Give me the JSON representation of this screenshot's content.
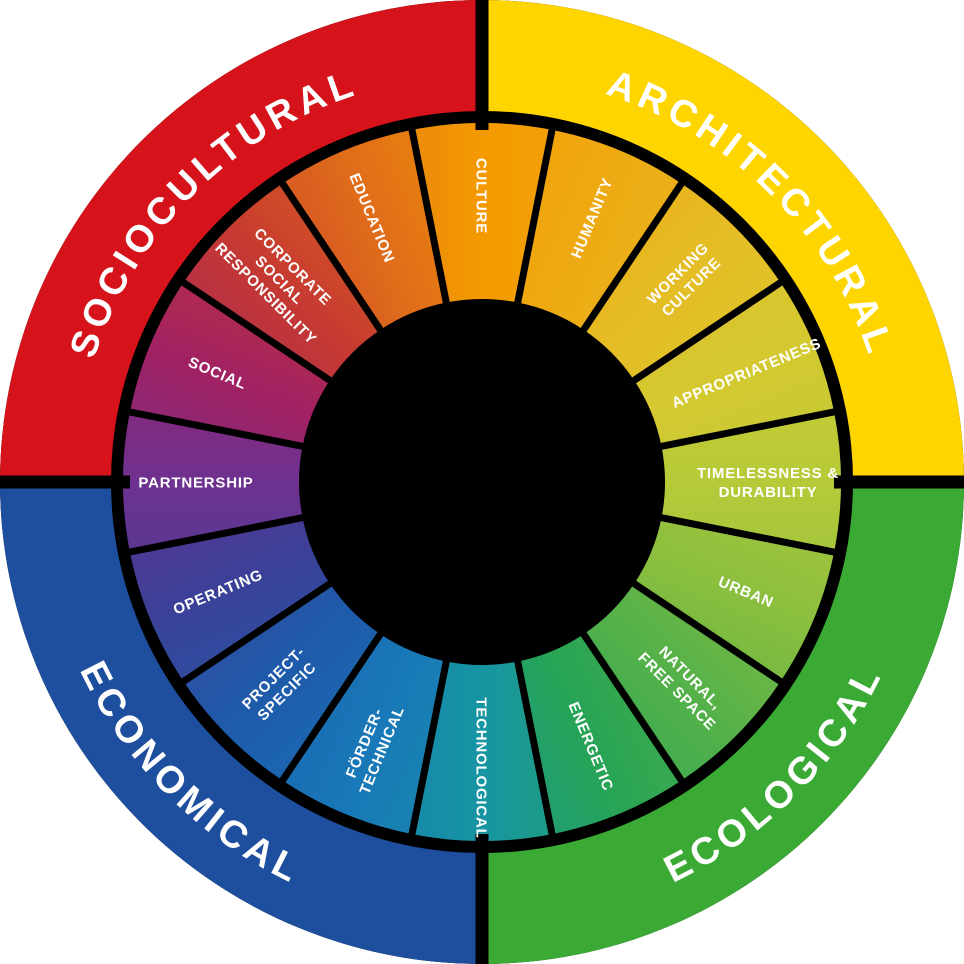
{
  "canvas": {
    "background": "#ffffff",
    "disc_fill": "#000000"
  },
  "colors": {
    "gap": "#000000",
    "label_text": "#ffffff"
  },
  "quadrants": [
    {
      "label": "SOCIOCULTURAL",
      "color": "#d6131b",
      "start_deg": 270,
      "end_deg": 360
    },
    {
      "label": "ARCHITECTURAL",
      "color": "#ffd500",
      "start_deg": 0,
      "end_deg": 90
    },
    {
      "label": "ECOLOGICAL",
      "color": "#3aaa35",
      "start_deg": 90,
      "end_deg": 180
    },
    {
      "label": "ECONOMICAL",
      "color": "#1d4f9e",
      "start_deg": 180,
      "end_deg": 270
    }
  ],
  "segments": [
    {
      "label": "CULTURE",
      "lines": [
        "CULTURE"
      ],
      "bearing_deg": 0,
      "color": "#f49a00"
    },
    {
      "label": "HUMANITY",
      "lines": [
        "HUMANITY"
      ],
      "bearing_deg": 22.5,
      "color": "#eeaa12"
    },
    {
      "label": "WORKING CULTURE",
      "lines": [
        "WORKING",
        "CULTURE"
      ],
      "bearing_deg": 45,
      "color": "#e5bd25"
    },
    {
      "label": "APPROPRIATENESS",
      "lines": [
        "APPROPRIATENESS"
      ],
      "bearing_deg": 67.5,
      "color": "#d4c930"
    },
    {
      "label": "TIMELESSNESS & DURABILITY",
      "lines": [
        "TIMELESSNESS &",
        "DURABILITY"
      ],
      "bearing_deg": 90,
      "color": "#b6ca39"
    },
    {
      "label": "URBAN",
      "lines": [
        "URBAN"
      ],
      "bearing_deg": 112.5,
      "color": "#8cbf3e"
    },
    {
      "label": "NATURAL, FREE SPACE",
      "lines": [
        "NATURAL,",
        "FREE SPACE"
      ],
      "bearing_deg": 135,
      "color": "#55b149"
    },
    {
      "label": "ENERGETIC",
      "lines": [
        "ENERGETIC"
      ],
      "bearing_deg": 157.5,
      "color": "#27a455"
    },
    {
      "label": "TECHNOLOGICAL",
      "lines": [
        "TECHNOLOGICAL"
      ],
      "bearing_deg": 180,
      "color": "#1795a2"
    },
    {
      "label": "FÖRDER-TECHNICAL",
      "lines": [
        "FÖRDER-",
        "TECHNICAL"
      ],
      "bearing_deg": 202.5,
      "color": "#1878b8"
    },
    {
      "label": "PROJECT-SPECIFIC",
      "lines": [
        "PROJECT-",
        "SPECIFIC"
      ],
      "bearing_deg": 225,
      "color": "#1e5cab"
    },
    {
      "label": "OPERATING",
      "lines": [
        "OPERATING"
      ],
      "bearing_deg": 247.5,
      "color": "#3b4198"
    },
    {
      "label": "PARTNERSHIP",
      "lines": [
        "PARTNERSHIP"
      ],
      "bearing_deg": 270,
      "color": "#6e3190"
    },
    {
      "label": "SOCIAL",
      "lines": [
        "SOCIAL"
      ],
      "bearing_deg": 292.5,
      "color": "#a22162"
    },
    {
      "label": "CORPORATE SOCIAL RESPONSIBILITY",
      "lines": [
        "CORPORATE",
        "SOCIAL",
        "RESPONSIBILITY"
      ],
      "bearing_deg": 315,
      "color": "#c63a31"
    },
    {
      "label": "EDUCATION",
      "lines": [
        "EDUCATION"
      ],
      "bearing_deg": 337.5,
      "color": "#e06d1a"
    }
  ]
}
